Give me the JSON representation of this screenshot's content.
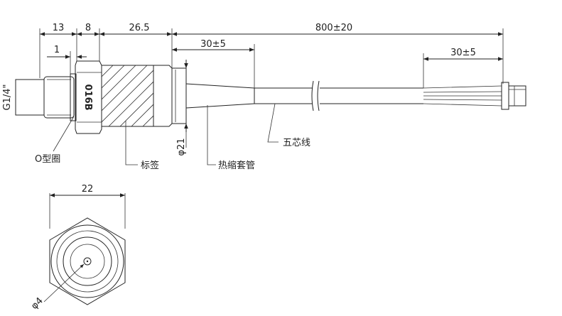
{
  "dimensions": {
    "d13": "13",
    "d8": "8",
    "d26_5": "26.5",
    "d800": "800±20",
    "d1": "1",
    "d30a": "30±5",
    "d30b": "30±5",
    "d22": "22",
    "phi21": "φ21",
    "phi4": "φ4"
  },
  "labels": {
    "thread": "G1/4\"",
    "engraving": "016B",
    "oring": "O型圈",
    "label_tag": "标签",
    "heat_shrink": "热缩套管",
    "five_core": "五芯线"
  }
}
